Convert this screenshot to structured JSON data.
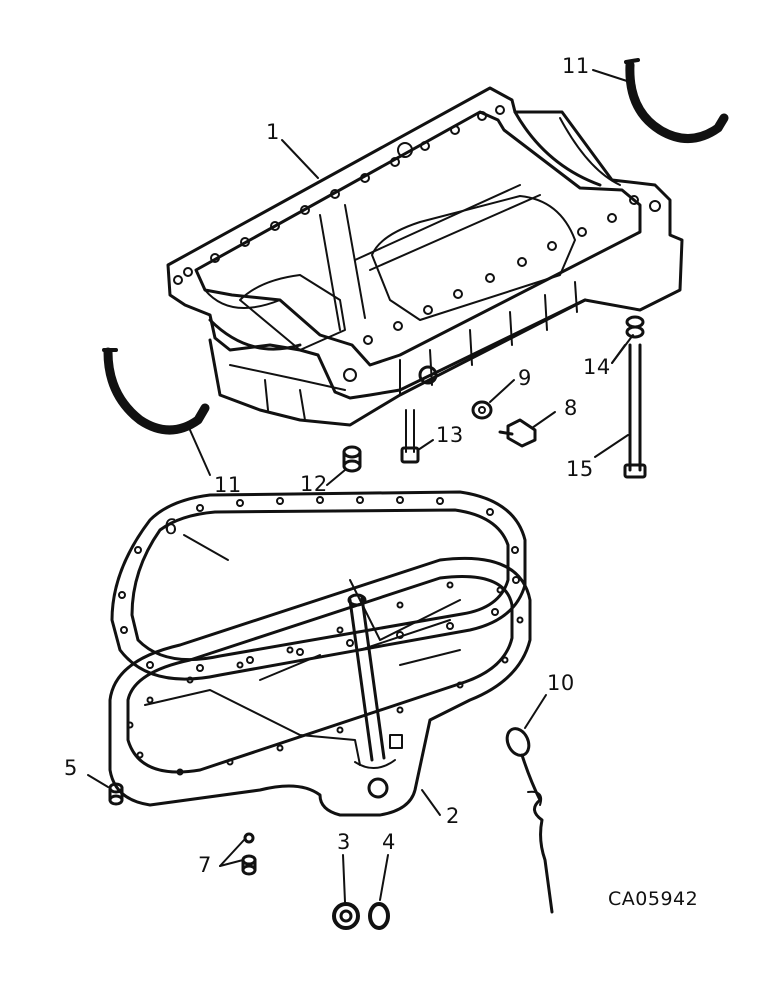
{
  "figure_id": "CA05942",
  "ink_color": "#111111",
  "callouts": {
    "c1": "1",
    "c2": "2",
    "c3": "3",
    "c4": "4",
    "c5": "5",
    "c6": "6",
    "c7": "7",
    "c8": "8",
    "c9": "9",
    "c10": "10",
    "c11_top": "11",
    "c11_left": "11",
    "c12": "12",
    "c13": "13",
    "c14": "14",
    "c15": "15"
  }
}
